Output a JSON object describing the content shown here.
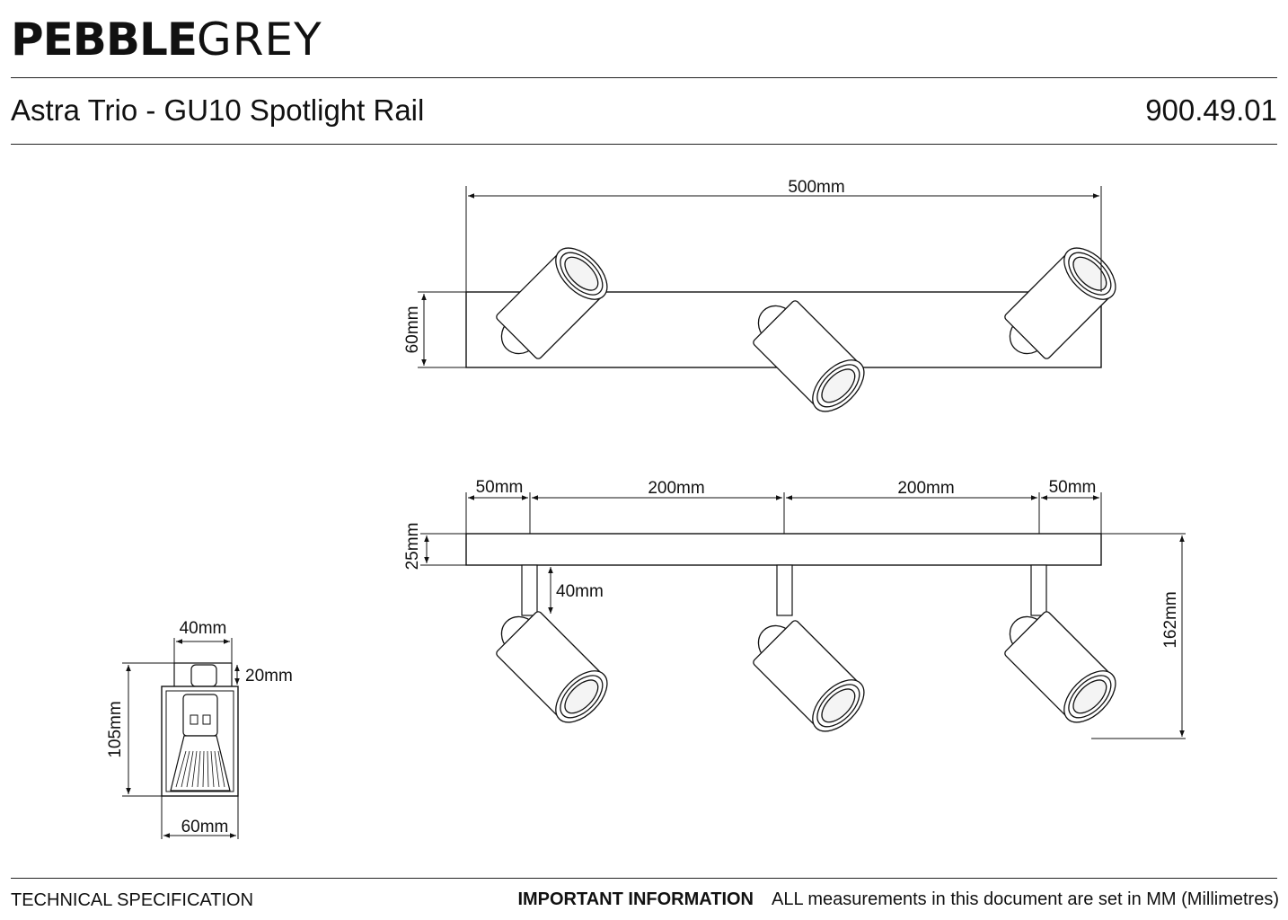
{
  "brand": {
    "logo_bold": "PEBBLE",
    "logo_light": "GREY"
  },
  "product": {
    "title": "Astra Trio - GU10 Spotlight Rail",
    "code": "900.49.01"
  },
  "dimensions": {
    "top_width": "500mm",
    "top_height": "60mm",
    "seg_left": "50mm",
    "seg_mid1": "200mm",
    "seg_mid2": "200mm",
    "seg_right": "50mm",
    "rail_depth": "25mm",
    "stem": "40mm",
    "total_drop": "162mm",
    "detail_width": "40mm",
    "detail_cap": "20mm",
    "detail_height": "105mm",
    "detail_base": "60mm"
  },
  "footer": {
    "left": "TECHNICAL SPECIFICATION",
    "important_label": "IMPORTANT INFORMATION",
    "important_text": "ALL measurements in this document are set in MM (Millimetres)"
  }
}
